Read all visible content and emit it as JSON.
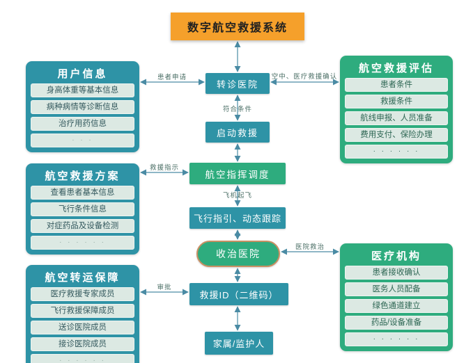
{
  "title": "数字航空救援系统",
  "left_panels": [
    {
      "header": "用户信息",
      "items": [
        "身高体重等基本信息",
        "病种病情等诊断信息",
        "治疗用药信息",
        "· · ·"
      ]
    },
    {
      "header": "航空救援方案",
      "items": [
        "查看患者基本信息",
        "飞行条件信息",
        "对症药品及设备检测",
        "· · · · · ·"
      ]
    },
    {
      "header": "航空转运保障",
      "items": [
        "医疗救援专家成员",
        "飞行救援保障成员",
        "送诊医院成员",
        "接诊医院成员",
        "· · · · · ·"
      ]
    }
  ],
  "right_panels": [
    {
      "header": "航空救援评估",
      "items": [
        "患者条件",
        "救援条件",
        "航线申报、人员准备",
        "费用支付、保险办理",
        "· · · · · ·"
      ]
    },
    {
      "header": "医疗机构",
      "items": [
        "患者接收确认",
        "医务人员配备",
        "绿色通道建立",
        "药品/设备准备",
        "· · · · · ·"
      ]
    }
  ],
  "flow_nodes": {
    "referral_hospital": "转诊医院",
    "start_rescue": "启动救援",
    "aviation_command": "航空指挥调度",
    "flight_guidance": "飞行指引、动态跟踪",
    "receiving_hospital": "收治医院",
    "rescue_id": "救援ID（二维码）",
    "family_guardian": "家属/监护人"
  },
  "edge_labels": {
    "patient_apply": "患者申请",
    "air_medical_confirm": "空中、医疗救援确认",
    "meet_condition": "符合条件",
    "rescue_instruction": "救援指示",
    "aircraft_takeoff": "飞机起飞",
    "hospital_treatment": "医院救治",
    "approval": "审批"
  },
  "colors": {
    "title_bg": "#F5A02B",
    "teal_node": "#2E93A6",
    "green_node": "#2EAC7E",
    "panel_item_bg": "#DCE9E3",
    "ellipse_border": "#C98F62",
    "arrow": "#4A8BA4"
  }
}
